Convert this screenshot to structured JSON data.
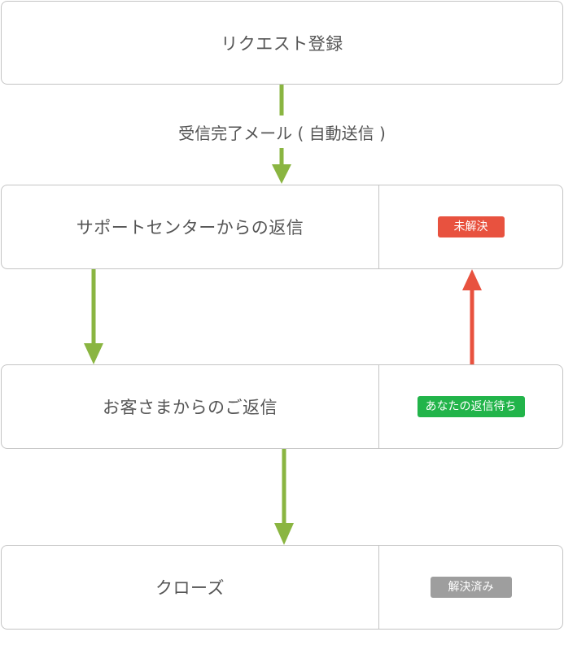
{
  "nodes": {
    "request": {
      "label": "リクエスト登録"
    },
    "support_reply": {
      "label": "サポートセンターからの返信",
      "status": "未解決"
    },
    "customer_reply": {
      "label": "お客さまからのご返信",
      "status": "あなたの返信待ち"
    },
    "close": {
      "label": "クローズ",
      "status": "解決済み"
    }
  },
  "edges": {
    "request_to_support": {
      "label": "受信完了メール ( 自動送信 )"
    }
  },
  "colors": {
    "flow_arrow": "#8ab541",
    "return_arrow": "#e8523f",
    "status_unresolved": "#e8523f",
    "status_waiting": "#22b44a",
    "status_resolved": "#9e9e9e",
    "border": "#c4c4c4",
    "text": "#555555"
  }
}
